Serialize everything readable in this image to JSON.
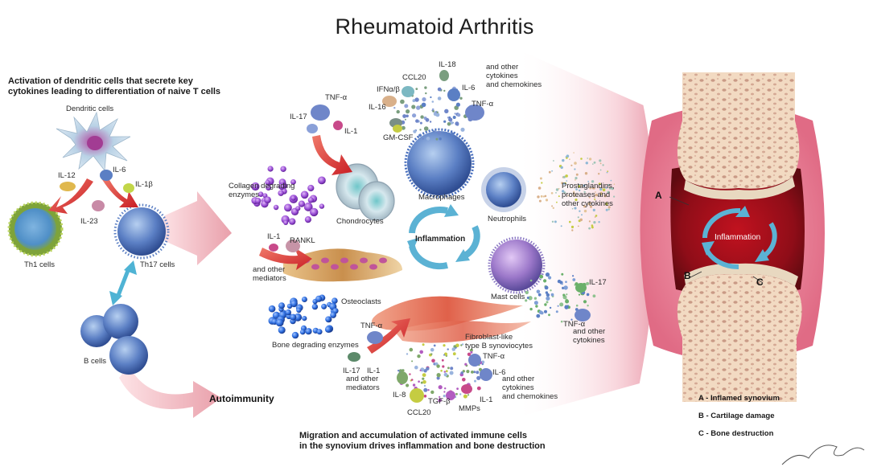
{
  "title": "Rheumatoid Arthritis",
  "left_heading": "Activation of dendritic cells that secrete key\ncytokines leading to differentiation of naive T cells",
  "bottom_heading": "Migration and accumulation of activated immune cells\nin the synovium drives inflammation and bone destruction",
  "cells": {
    "dendritic": "Dendritic cells",
    "th1": "Th1 cells",
    "th17": "Th17 cells",
    "b": "B cells",
    "chondrocytes": "Chondrocytes",
    "macrophages": "Macrophages",
    "neutrophils": "Neutrophils",
    "osteoclasts": "Osteoclasts",
    "mast": "Mast cells",
    "fibroblast": "Fibroblast-like\ntype B synoviocytes"
  },
  "cytokines": {
    "il12": "IL-12",
    "il6_top": "IL-6",
    "il1b": "IL-1β",
    "il23": "IL-23",
    "tnf_chondro": "TNF-α",
    "il17_chondro": "IL-17",
    "il1_chondro": "IL-1",
    "ccl20_top": "CCL20",
    "il18": "IL-18",
    "ifn": "IFNα/β",
    "il6_mac": "IL-6",
    "other_mac": "and other\ncytokines\nand chemokines",
    "il16": "IL-16",
    "tnf_mac": "TNF-α",
    "gmcsf": "GM-CSF",
    "il1_osteo": "IL-1",
    "rankl": "RANKL",
    "other_mediators_osteo": "and other\nmediators",
    "il17_mast": "IL-17",
    "tnf_mast": "TNF-α",
    "other_mast": "and other\ncytokines",
    "tnf_fibro": "TNF-α",
    "il17_fibro": "IL-17",
    "il1_fibro": "IL-1",
    "other_mediators_fibro": "and other\nmediators",
    "tnf_bottom": "TNF-α",
    "il6_bottom": "IL-6",
    "other_bottom": "and other\ncytokines\nand chemokines",
    "il8": "IL-8",
    "tgfb": "TGF-β",
    "il1_bottom": "IL-1",
    "mmps": "MMPs",
    "ccl20_bottom": "CCL20"
  },
  "enzymes": {
    "collagen": "Collagen degrading\nenzymes",
    "bone": "Bone degrading enzymes",
    "prostaglandins": "Prostaglandins,\nproteases and\nother cytokines"
  },
  "center_cycle": "Inflammation",
  "joint_cycle": "Inflammation",
  "autoimmunity": "Autoimmunity",
  "joint_labels": {
    "a": "A",
    "b": "B",
    "c": "C"
  },
  "legend": [
    "A - Inflamed synovium",
    "B - Cartilage damage",
    "C - Bone destruction"
  ],
  "colors": {
    "arrow_red": "#d7262c",
    "cycle_blue": "#5bb2d4",
    "inflamed": "#a3101e",
    "bone": "#f3ddc6",
    "cell_blue": "#5b7fc4",
    "purple": "#8b3fc9"
  }
}
